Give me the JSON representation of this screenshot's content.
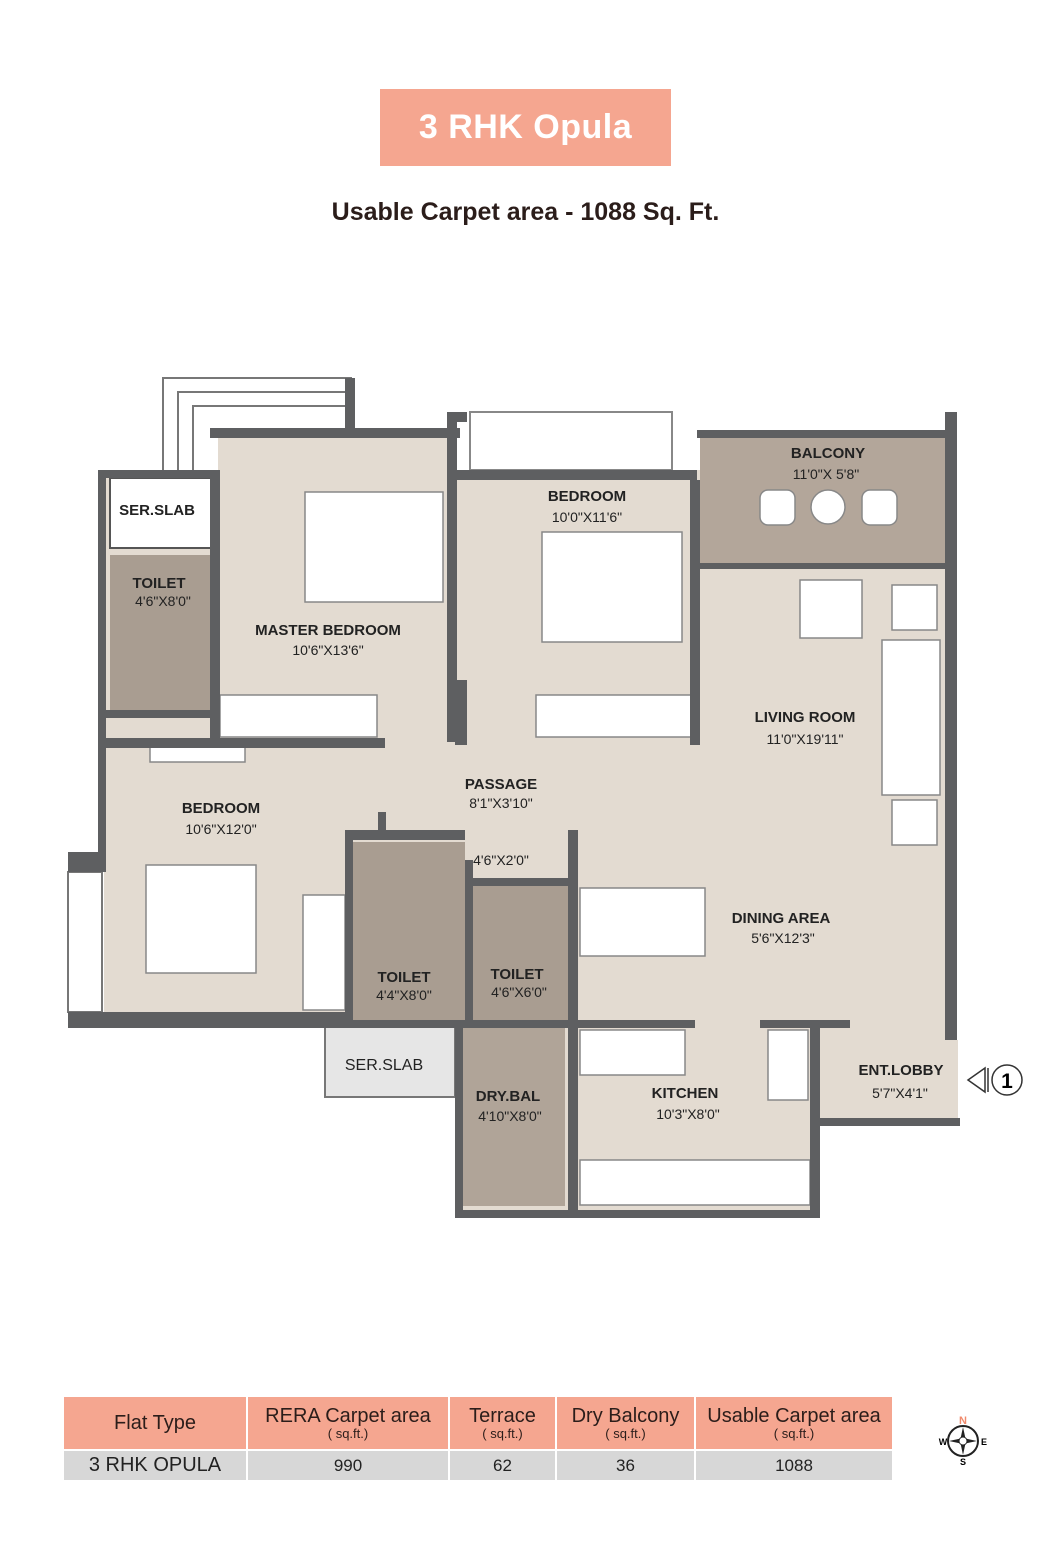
{
  "title": "3 RHK Opula",
  "subtitle": "Usable Carpet area - 1088 Sq. Ft.",
  "colors": {
    "accent": "#f5a690",
    "wall": "#5e5f61",
    "floor": "#e3dbd1",
    "tile": "#a99d91"
  },
  "rooms": [
    {
      "name": "SER.SLAB",
      "size": ""
    },
    {
      "name": "TOILET",
      "size": "4'6\"X8'0\""
    },
    {
      "name": "MASTER BEDROOM",
      "size": "10'6\"X13'6\""
    },
    {
      "name": "BEDROOM",
      "size": "10'0\"X11'6\""
    },
    {
      "name": "BALCONY",
      "size": "11'0\"X 5'8\""
    },
    {
      "name": "LIVING ROOM",
      "size": "11'0\"X19'11\""
    },
    {
      "name": "PASSAGE",
      "size": "8'1\"X3'10\""
    },
    {
      "name": "BEDROOM",
      "size": "10'6\"X12'0\""
    },
    {
      "name": "",
      "size": "4'6\"X2'0\""
    },
    {
      "name": "DINING AREA",
      "size": "5'6\"X12'3\""
    },
    {
      "name": "TOILET",
      "size": "4'4\"X8'0\""
    },
    {
      "name": "TOILET",
      "size": "4'6\"X6'0\""
    },
    {
      "name": "SER.SLAB",
      "size": ""
    },
    {
      "name": "DRY.BAL",
      "size": "4'10\"X8'0\""
    },
    {
      "name": "KITCHEN",
      "size": "10'3\"X8'0\""
    },
    {
      "name": "ENT.LOBBY",
      "size": "5'7\"X4'1\""
    }
  ],
  "entrance_marker": "1",
  "table": {
    "headers": [
      {
        "label": "Flat Type",
        "unit": ""
      },
      {
        "label": "RERA Carpet area",
        "unit": "( sq.ft.)"
      },
      {
        "label": "Terrace",
        "unit": "( sq.ft.)"
      },
      {
        "label": "Dry Balcony",
        "unit": "( sq.ft.)"
      },
      {
        "label": "Usable Carpet area",
        "unit": "( sq.ft.)"
      }
    ],
    "rows": [
      [
        "3 RHK OPULA",
        "990",
        "62",
        "36",
        "1088"
      ]
    ]
  },
  "compass": {
    "icon": "compass-rose-icon",
    "n": "N",
    "s": "S",
    "e": "E",
    "w": "W"
  }
}
